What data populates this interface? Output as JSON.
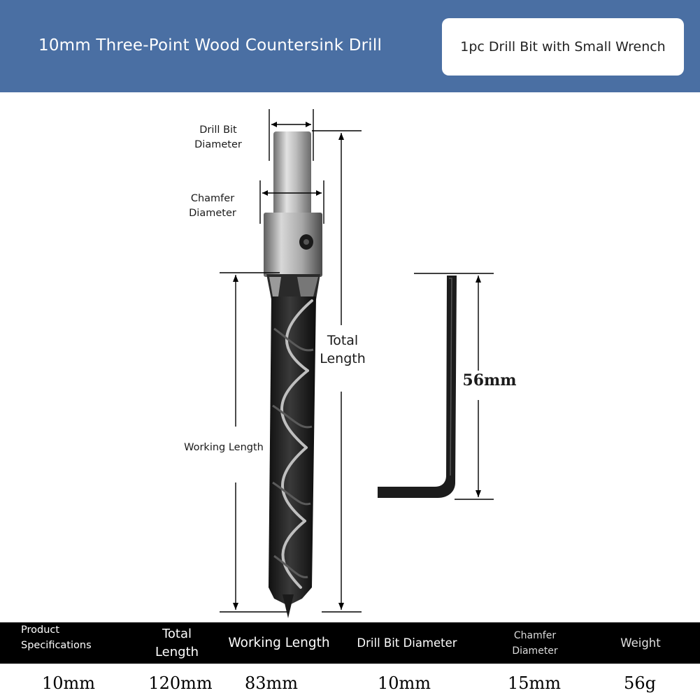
{
  "header": {
    "title": "10mm Three-Point Wood Countersink Drill",
    "badge": "1pc Drill Bit with Small Wrench",
    "background": "#4a6fa3"
  },
  "diagram": {
    "drill_bit_diameter_line1": "Drill Bit",
    "drill_bit_diameter_line2": "Diameter",
    "chamfer_diameter_line1": "Chamfer",
    "chamfer_diameter_line2": "Diameter",
    "total_length_line1": "Total",
    "total_length_line2": "Length",
    "working_length": "Working Length",
    "wrench_length": "56mm"
  },
  "specs": {
    "headers": {
      "product_line1": "Product",
      "product_line2": "Specifications",
      "total_line1": "Total",
      "total_line2": "Length",
      "working": "Working Length",
      "drill": "Drill Bit Diameter",
      "chamfer_line1": "Chamfer",
      "chamfer_line2": "Diameter",
      "weight": "Weight"
    },
    "values": {
      "product": "10mm",
      "total": "120mm",
      "working": "83mm",
      "drill": "10mm",
      "chamfer": "15mm",
      "weight": "56g"
    }
  }
}
